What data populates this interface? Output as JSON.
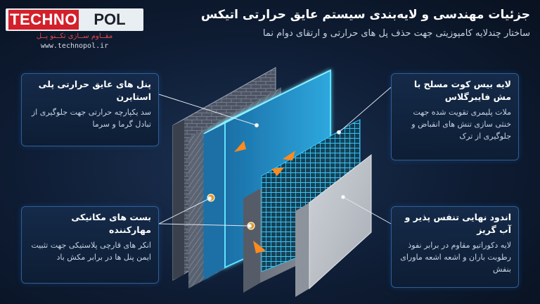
{
  "brand": {
    "logo_techno": "TECHNO",
    "logo_pol": "POL",
    "logo_tagline": "مقــاوم ســازی تکــنو پــل",
    "url": "www.technopol.ir"
  },
  "header": {
    "title": "جزئیات مهندسی و لایه‌بندی سیستم عایق حرارتی اتیکس",
    "subtitle": "ساختار چندلایه کامپوزیتی جهت حذف پل های حرارتی و ارتقای دوام نما"
  },
  "callouts": {
    "insulation": {
      "title": "پنل های عایق حرارتی پلی استایرن",
      "body": "سد یکپارچه حرارتی جهت جلوگیری از تبادل گرما و سرما"
    },
    "anchors": {
      "title": "بست های مکانیکی مهارکننده",
      "body": "انکر های قارچی پلاستیکی جهت تثبیت ایمن پنل ها در برابر مکش باد"
    },
    "basecoat": {
      "title": "لایه بیس کوت مسلح با مش فایبرگلاس",
      "body": "ملات پلیمری تقویت شده جهت خنثی سازی تنش های انقباض و جلوگیری از ترک"
    },
    "finish": {
      "title": "اندود نهایی تنفس پذیر و آب گریز",
      "body": "لایه دکوراتیو مقاوم در برابر نفوذ رطوبت باران و اشعه اشعه ماورای بنفش"
    }
  },
  "colors": {
    "background": "#0e1c33",
    "accent_glow": "#39d3ff",
    "arrow_orange": "#ff8a1e",
    "brand_red": "#d3202a"
  }
}
